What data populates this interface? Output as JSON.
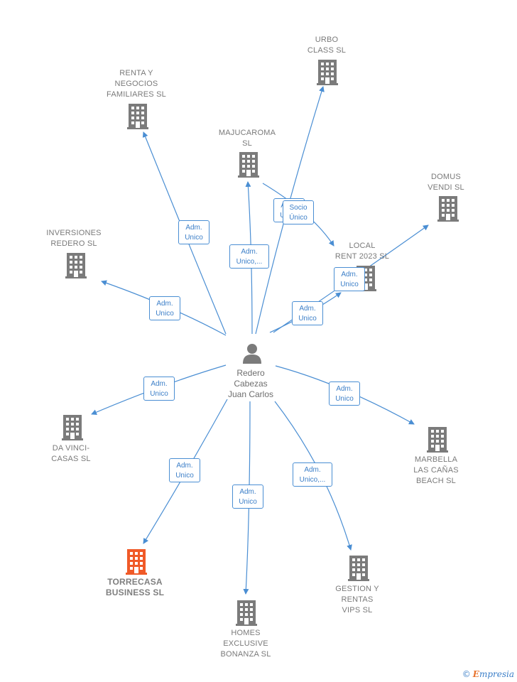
{
  "person": {
    "name": "Redero\nCabezas\nJuan Carlos"
  },
  "companies": [
    {
      "id": "urbo",
      "name": "URBO\nCLASS  SL",
      "highlight": false
    },
    {
      "id": "renta",
      "name": "RENTA Y\nNEGOCIOS\nFAMILIARES SL",
      "highlight": false
    },
    {
      "id": "majucaroma",
      "name": "MAJUCAROMA\nSL",
      "highlight": false
    },
    {
      "id": "domus",
      "name": "DOMUS\nVENDI  SL",
      "highlight": false
    },
    {
      "id": "inversiones",
      "name": "INVERSIONES\nREDERO SL",
      "highlight": false
    },
    {
      "id": "local",
      "name": "LOCAL\nRENT 2023  SL",
      "highlight": false
    },
    {
      "id": "davinci",
      "name": "DA VINCI-\nCASAS  SL",
      "highlight": false
    },
    {
      "id": "marbella",
      "name": "MARBELLA\nLAS CAÑAS\nBEACH  SL",
      "highlight": false
    },
    {
      "id": "torrecasa",
      "name": "TORRECASA\nBUSINESS  SL",
      "highlight": true
    },
    {
      "id": "homes",
      "name": "HOMES\nEXCLUSIVE\nBONANZA  SL",
      "highlight": false
    },
    {
      "id": "gestion",
      "name": "GESTION Y\nRENTAS\nVIPS SL",
      "highlight": false
    }
  ],
  "relations": [
    {
      "target": "renta",
      "label": "Adm.\nUnico"
    },
    {
      "target": "majucaroma",
      "label": "Adm.\nUnico,..."
    },
    {
      "target": "urbo",
      "label": "Adm.\nUnico"
    },
    {
      "target": "local",
      "label": "Socio\nÚnico"
    },
    {
      "target": "domus",
      "label": "Adm.\nUnico"
    },
    {
      "target": "local",
      "label": "Adm.\nUnico"
    },
    {
      "target": "inversiones",
      "label": "Adm.\nUnico"
    },
    {
      "target": "davinci",
      "label": "Adm.\nUnico"
    },
    {
      "target": "marbella",
      "label": "Adm.\nUnico"
    },
    {
      "target": "torrecasa",
      "label": "Adm.\nUnico"
    },
    {
      "target": "homes",
      "label": "Adm.\nUnico"
    },
    {
      "target": "gestion",
      "label": "Adm.\nUnico,..."
    }
  ],
  "colors": {
    "edge": "#4a8ed3",
    "building": "#7b7b7b",
    "highlight": "#f05a28",
    "person": "#7b7b7b"
  },
  "footer": {
    "copyright_symbol": "©",
    "brand_initial": "E",
    "brand_rest": "mpresia"
  }
}
